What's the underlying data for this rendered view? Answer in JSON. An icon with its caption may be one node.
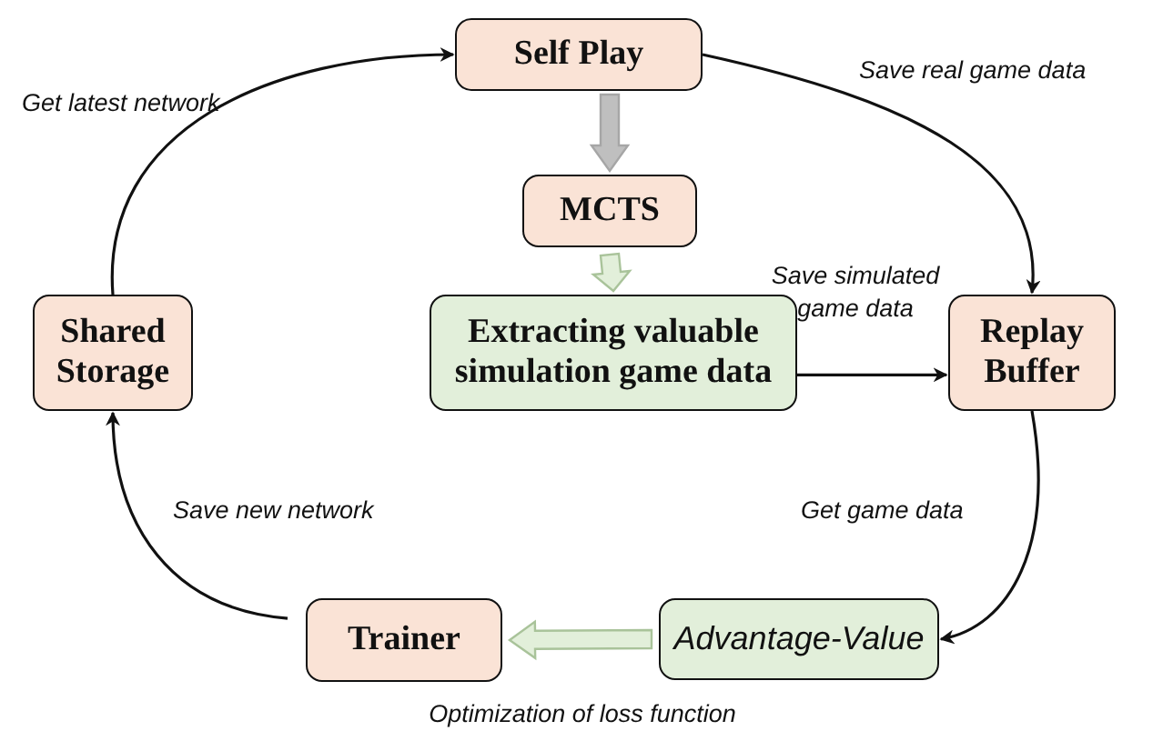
{
  "diagram": {
    "nodes": [
      {
        "text": [
          "Self Play"
        ]
      },
      {
        "text": [
          "MCTS"
        ]
      },
      {
        "text": [
          "Extracting valuable simulation game data"
        ]
      },
      {
        "text": [
          "Replay Buffer"
        ]
      },
      {
        "text": [
          "Shared Storage"
        ]
      },
      {
        "text": [
          "Advantage-Value"
        ]
      },
      {
        "text": [
          "Trainer"
        ]
      }
    ],
    "edges": [
      {
        "from": 0,
        "to": 1,
        "arrow": "to",
        "style": "thick",
        "color": "#a6a6a6"
      },
      {
        "from": 1,
        "to": 2,
        "arrow": "to",
        "style": "thick",
        "color": "#a9c39a"
      },
      {
        "from": 2,
        "to": 3,
        "arrow": "to",
        "label": "Save simulated game data"
      },
      {
        "from": 0,
        "to": 3,
        "arrow": "to",
        "label": "Save real game data"
      },
      {
        "from": 3,
        "to": 5,
        "arrow": "to",
        "label": "Get game data"
      },
      {
        "from": 5,
        "to": 6,
        "arrow": "to",
        "style": "thick",
        "color": "#a9c39a",
        "label": "Optimization of loss function"
      },
      {
        "from": 6,
        "to": 4,
        "arrow": "to",
        "label": "Save new network"
      },
      {
        "from": 4,
        "to": 0,
        "arrow": "to",
        "label": "Get latest network"
      }
    ]
  }
}
